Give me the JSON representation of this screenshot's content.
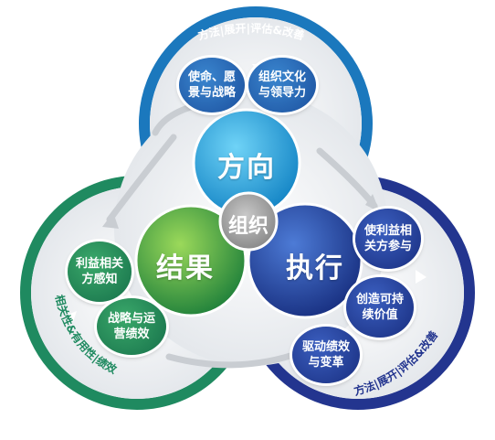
{
  "colors": {
    "direction": "#1e9ad6",
    "results": "#3a9a3c",
    "execution": "#23409a",
    "center": "#9a9a9a",
    "ring_top": "#1b78bd",
    "ring_left": "#1f8a60",
    "ring_right": "#23358f"
  },
  "core": {
    "direction": "方向",
    "results": "结果",
    "execution": "执行",
    "center": "组织"
  },
  "subs": {
    "mission": "使命、愿\n景与战略",
    "culture": "组织文化\n与领导力",
    "stakeholders_engage": "使利益相\n关方参与",
    "sustainable_value": "创造可持\n续价值",
    "drive_performance": "驱动绩效\n与变革",
    "stakeholder_perception": "利益相关\n方感知",
    "strategic_performance": "战略与运\n营绩效"
  },
  "ring": {
    "top": "方法|展开|评估&改善",
    "left": "相关性&有用性|绩效",
    "right": "方法|展开|评估&改善"
  }
}
